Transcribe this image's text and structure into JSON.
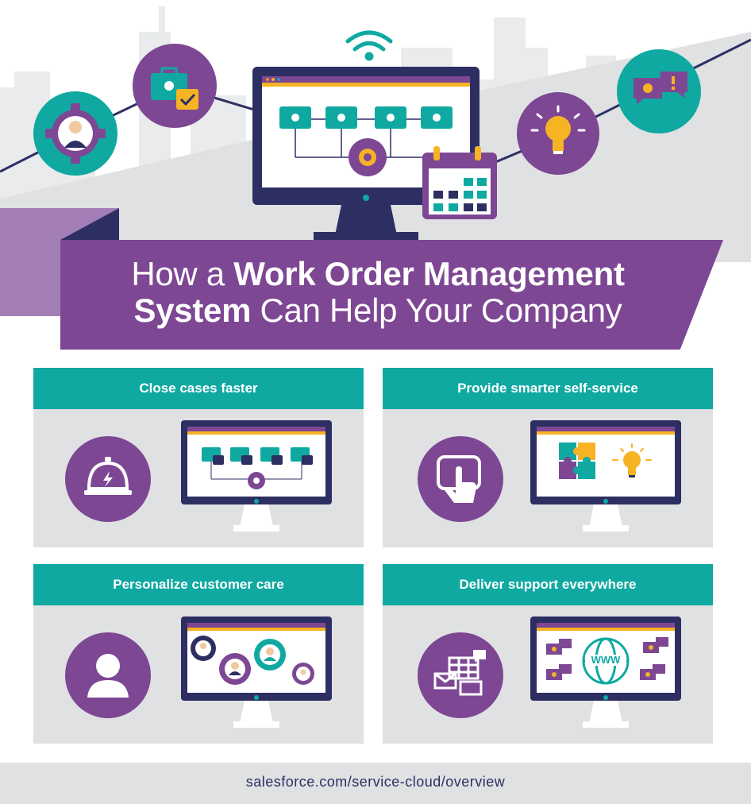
{
  "title": {
    "part1": "How a ",
    "part2_bold": "Work Order Management",
    "part3_bold": "System",
    "part4": " Can Help Your Company"
  },
  "cards": [
    {
      "heading": "Close cases faster",
      "icon": "service-bell-icon"
    },
    {
      "heading": "Provide smarter self-service",
      "icon": "touch-screen-icon"
    },
    {
      "heading": "Personalize customer care",
      "icon": "person-icon"
    },
    {
      "heading": "Deliver support everywhere",
      "icon": "multichannel-icon"
    }
  ],
  "footer": {
    "url": "salesforce.com/service-cloud/overview"
  },
  "colors": {
    "purple": "#7d4794",
    "teal": "#0fa9a1",
    "navy": "#2d2f63",
    "light_gray": "#dfe1e2",
    "gold": "#f6b324",
    "orange": "#f08a24"
  }
}
